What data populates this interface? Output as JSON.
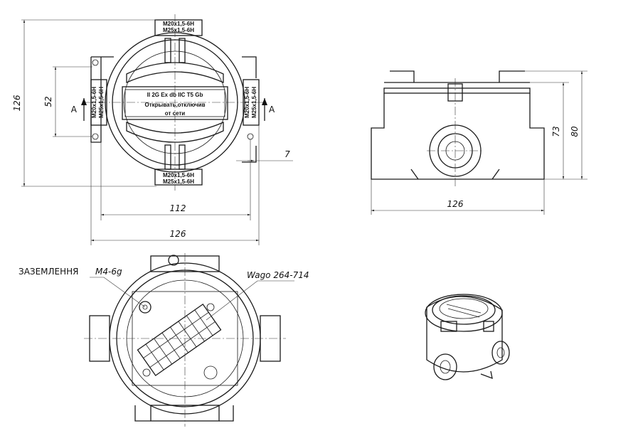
{
  "front_view": {
    "thread_top_1": "M20x1,5-6H",
    "thread_top_2": "M25x1,5-6H",
    "thread_bottom_1": "M20x1,5-6H",
    "thread_bottom_2": "M25x1,5-6H",
    "thread_left_1": "M20x1,5-6H",
    "thread_left_2": "M25x1,5-6H",
    "thread_right_1": "M20x1,5-6H",
    "thread_right_2": "M25x1,5-6H",
    "plate_line_1": "II 2G Ex db IIC T5 Gb",
    "plate_line_2": "Открывать,отключив",
    "plate_line_3": "от сети",
    "section_left": "A",
    "section_right": "A",
    "dim_height_total": "126",
    "dim_height_mount": "52",
    "dim_hole": "7",
    "dim_width_mount": "112",
    "dim_width_total": "126"
  },
  "side_view": {
    "dim_height_body": "73",
    "dim_height_total": "80",
    "dim_width": "126"
  },
  "inner_view": {
    "ground_label": "ЗАЗЕМЛЕННЯ",
    "ground_thread": "М4-6g",
    "terminal_label": "Wago 264-714"
  }
}
